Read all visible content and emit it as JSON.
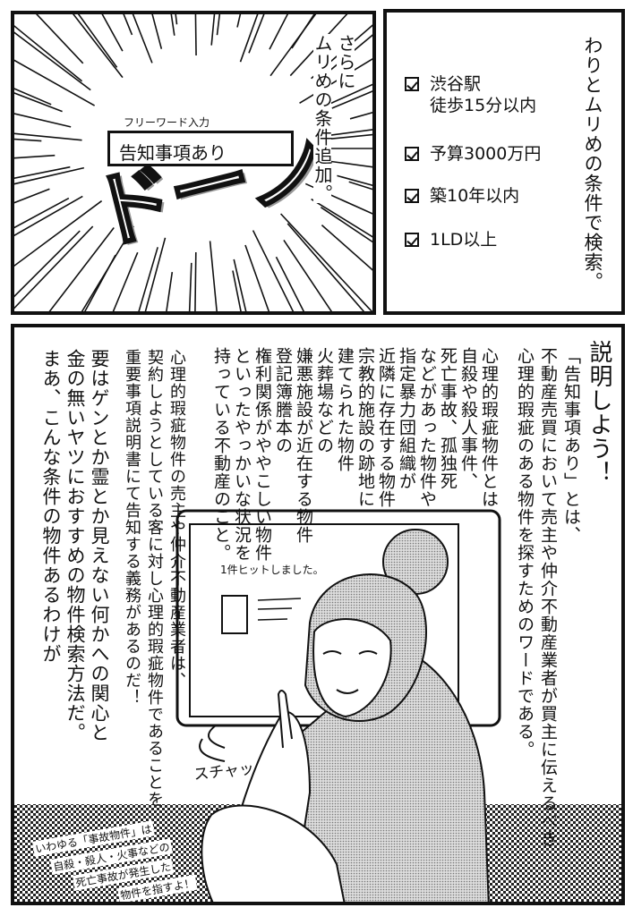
{
  "panel1": {
    "field_label": "フリーワード入力",
    "field_value": "告知事項あり",
    "narration": [
      "さらに",
      "ムリめの条件追加。"
    ],
    "sfx": "ドーン"
  },
  "panel2": {
    "narration": "わりとムリめの条件で検索。",
    "conditions": [
      {
        "lines": [
          "渋谷駅",
          "徒歩15分以内"
        ],
        "checked": true
      },
      {
        "lines": [
          "予算3000万円"
        ],
        "checked": true
      },
      {
        "lines": [
          "築10年以内"
        ],
        "checked": true
      },
      {
        "lines": [
          "1LD以上"
        ],
        "checked": true
      }
    ]
  },
  "panel3": {
    "heading": "説明しよう！",
    "intro": [
      "「告知事項あり」とは、",
      "不動産売買において売主や仲介不動産業者が買主に伝えるべき",
      "心理的瑕疵のある物件を探すためのワードである。"
    ],
    "definition": [
      "心理的瑕疵物件とは",
      "自殺や殺人事件、",
      "死亡事故、孤独死",
      "などがあった物件や",
      "指定暴力団組織が",
      "近隣に存在する物件",
      "宗教的施設の跡地に",
      "建てられた物件",
      "火葬場などの",
      "嫌悪施設が近在する物件",
      "登記簿謄本の",
      "権利関係がややこしい物件",
      "といったやっかいな状況を",
      "持っている不動産のこと。"
    ],
    "obligation": [
      "心理的瑕疵物件の売主や仲介不動産業者は、",
      "契約しようとしている客に対し心理的瑕疵物件であることを",
      "重要事項説明書にて告知する義務があるのだ！"
    ],
    "conclusion": [
      "要はゲンとか霊とか見えない何かへの関心と",
      "金の無いヤツにおすすめの物件検索方法だ。",
      "まあ、こんな条件の物件あるわけが"
    ],
    "screen_text": "1件ヒットしました。",
    "sfx": "スチャッ",
    "handwritten_note": [
      "いわゆる「事故物件」は",
      "自殺・殺人・火事などの",
      "死亡事故が発生した",
      "物件を指すよ！"
    ]
  }
}
